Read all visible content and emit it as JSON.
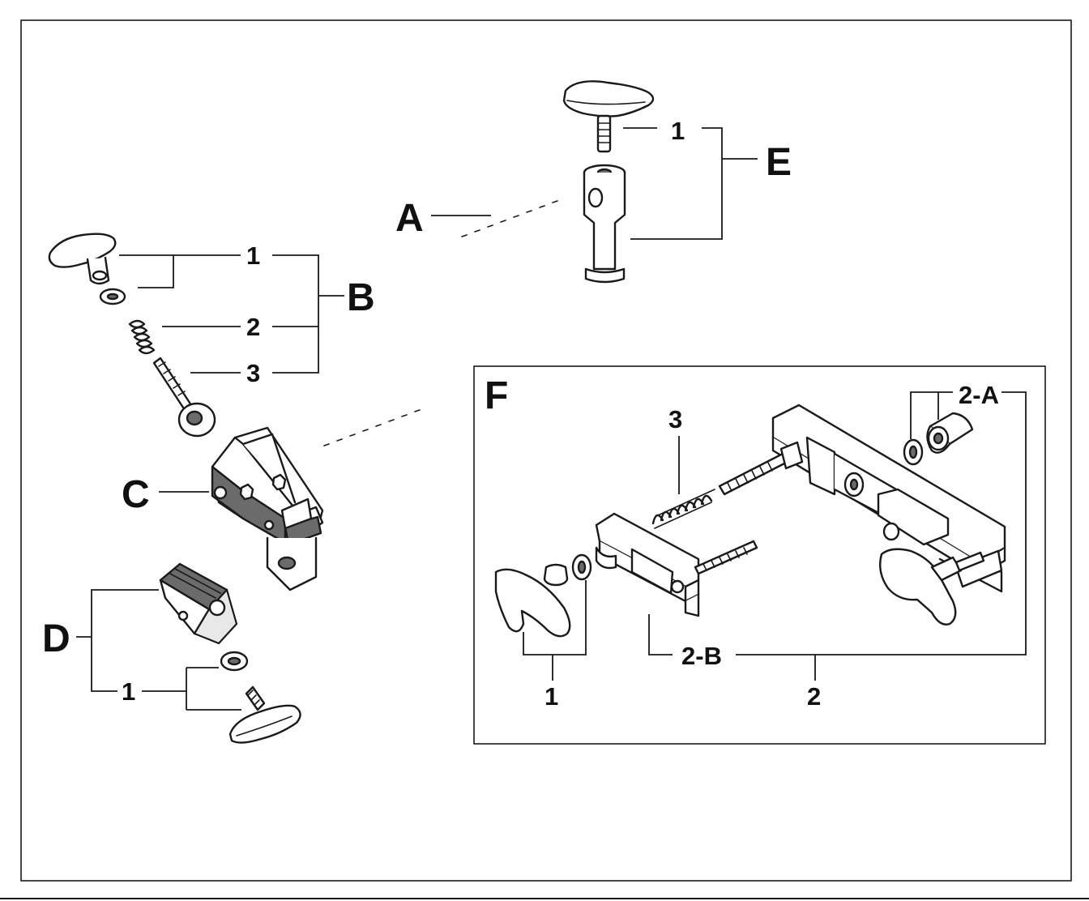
{
  "labels": {
    "A": "A",
    "B": "B",
    "C": "C",
    "D": "D",
    "E": "E",
    "F": "F",
    "b1": "1",
    "b2": "2",
    "b3": "3",
    "d1": "1",
    "e1": "1",
    "f1": "1",
    "f2": "2",
    "f3": "3",
    "f2a": "2-A",
    "f2b": "2-B"
  }
}
